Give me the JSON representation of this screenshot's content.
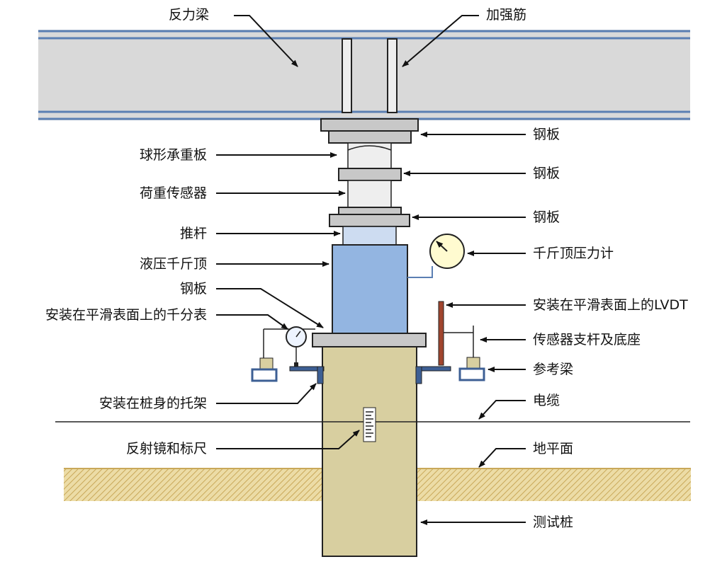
{
  "labels": {
    "reaction_beam": "反力梁",
    "stiffener": "加强筋",
    "steel_plate_1": "钢板",
    "spherical_bearing": "球形承重板",
    "steel_plate_2": "钢板",
    "load_cell": "荷重传感器",
    "steel_plate_3": "钢板",
    "push_rod": "推杆",
    "hydraulic_jack": "液压千斤顶",
    "jack_gauge": "千斤顶压力计",
    "steel_plate_4": "钢板",
    "lvdt": "安装在平滑表面上的LVDT",
    "dial_gauge": "安装在平滑表面上的千分表",
    "sensor_support": "传感器支杆及底座",
    "reference_beam": "参考梁",
    "pile_bracket": "安装在桩身的托架",
    "cable": "电缆",
    "mirror_scale": "反射镜和标尺",
    "ground_surface": "地平面",
    "test_pile": "测试桩"
  },
  "colors": {
    "beam_fill": "#d9d9d9",
    "beam_stripe": "#5b7fb3",
    "jack_fill": "#93b5e1",
    "pile_fill": "#d8cfa0",
    "ground_fill": "#e9d9a3",
    "plate_fill": "#c8c8c8",
    "lvdt_rod": "#a0452e",
    "gauge_face": "#fffbd0",
    "bracket_fill": "#3d5f94"
  }
}
